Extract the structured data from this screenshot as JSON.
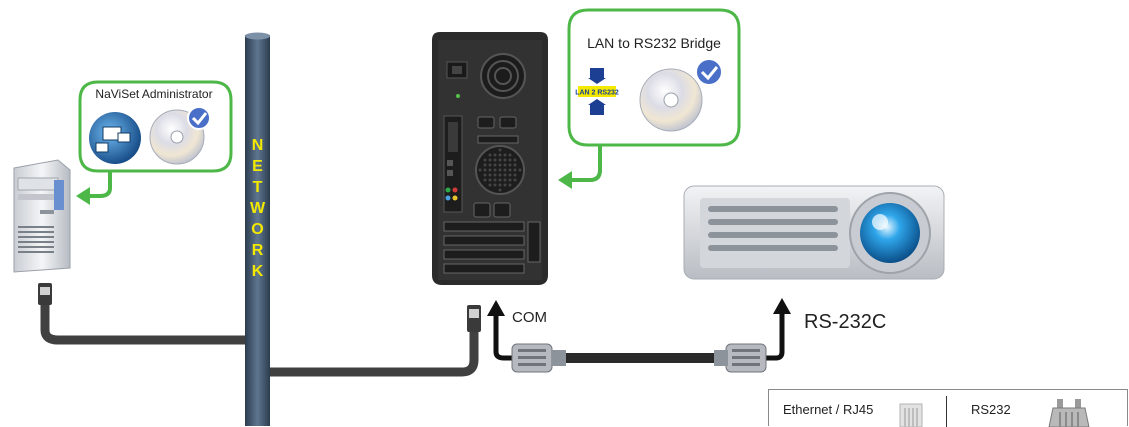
{
  "network_label": "NETWORK",
  "admin_callout": {
    "title": "NaViSet Administrator"
  },
  "bridge_callout": {
    "title": "LAN to RS232 Bridge",
    "chip_label": "LAN 2 RS232"
  },
  "com_label": "COM",
  "rs232c_label": "RS-232C",
  "legend": {
    "ethernet_label": "Ethernet / RJ45",
    "rs232_label": "RS232"
  },
  "colors": {
    "callout_border": "#4db848",
    "arrow_green": "#4db848",
    "network_pole": "#3d5166",
    "network_letters": "#f2e800",
    "cable": "#404040",
    "cd_check": "#4a6fc9"
  }
}
